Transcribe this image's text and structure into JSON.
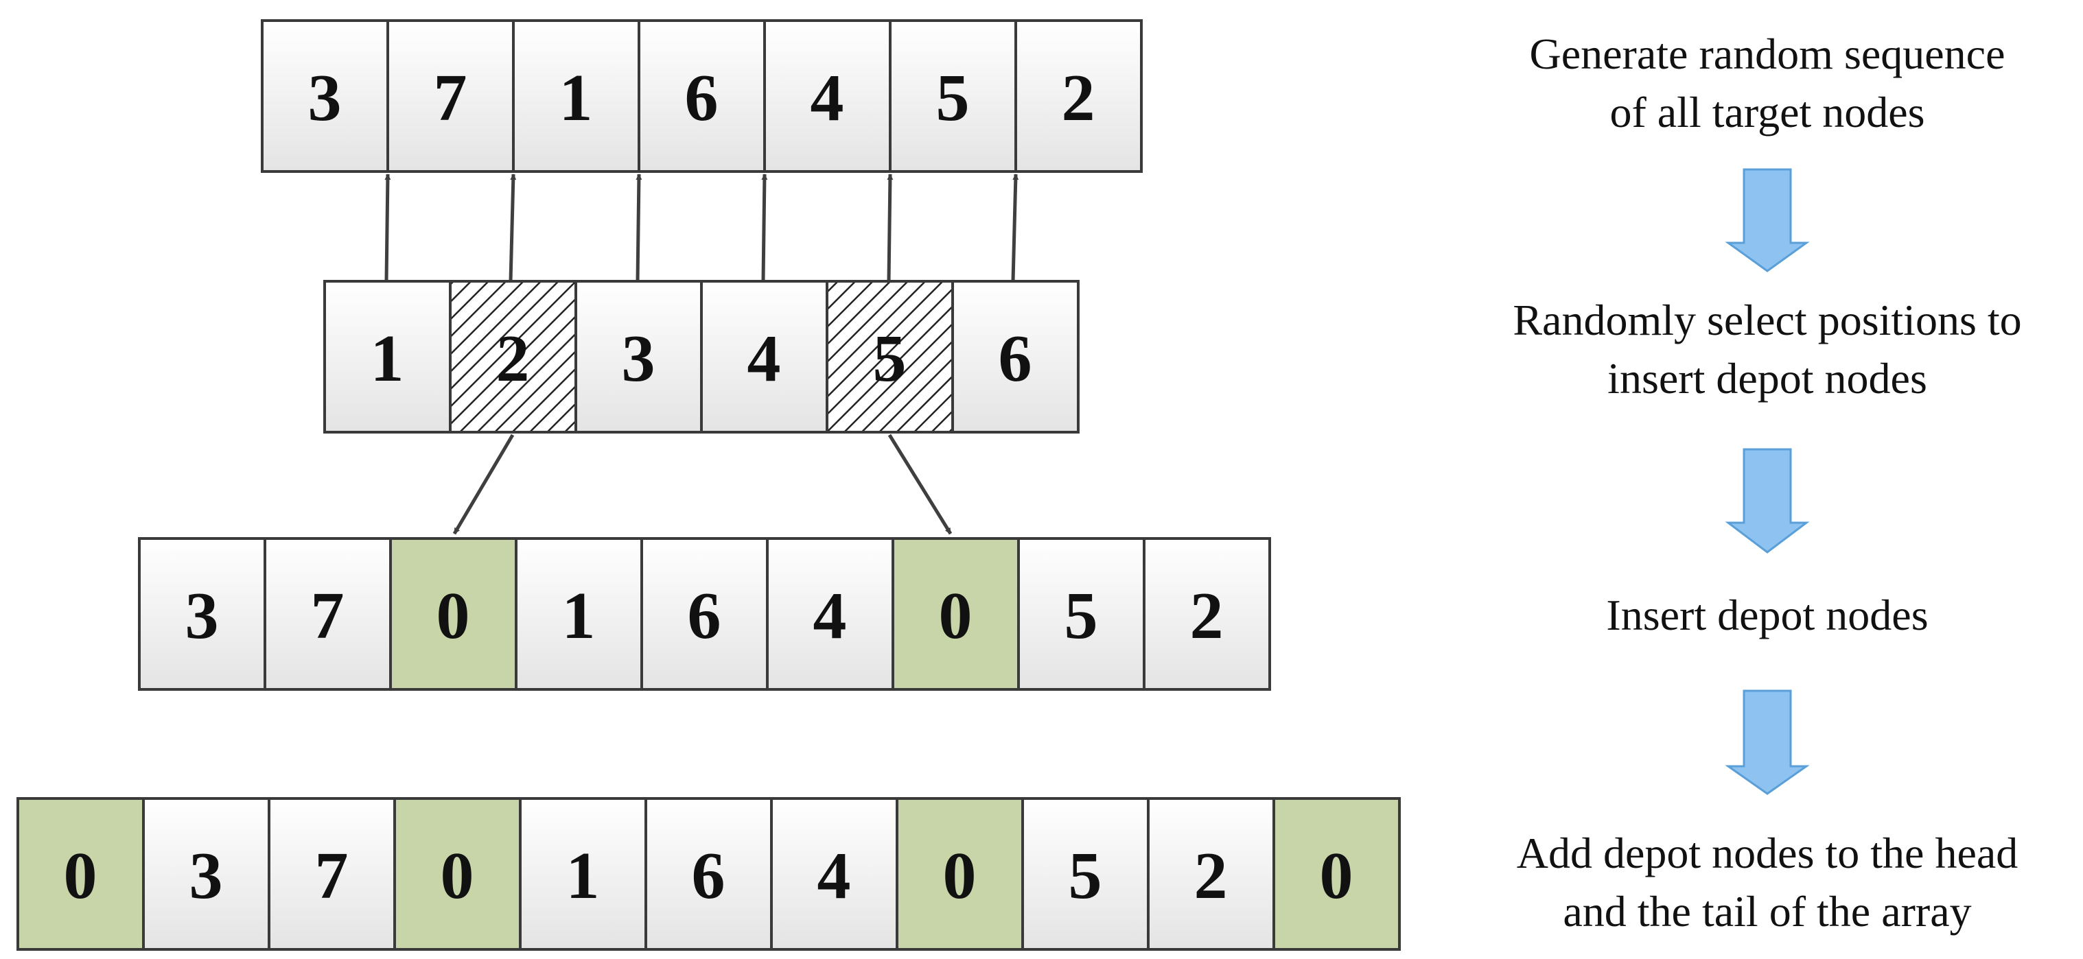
{
  "arrays": [
    {
      "id": "random-sequence",
      "cells": [
        "3",
        "7",
        "1",
        "6",
        "4",
        "5",
        "2"
      ],
      "depot": []
    },
    {
      "id": "insert-positions",
      "cells": [
        "1",
        "2",
        "3",
        "4",
        "5",
        "6"
      ],
      "selected": [
        1,
        4
      ]
    },
    {
      "id": "with-depots",
      "cells": [
        "3",
        "7",
        "0",
        "1",
        "6",
        "4",
        "0",
        "5",
        "2"
      ],
      "depot": [
        2,
        6
      ]
    },
    {
      "id": "final-array",
      "cells": [
        "0",
        "3",
        "7",
        "0",
        "1",
        "6",
        "4",
        "0",
        "5",
        "2",
        "0"
      ],
      "depot": [
        0,
        3,
        7,
        10
      ]
    }
  ],
  "steps": [
    [
      "Generate random sequence",
      "of all target nodes"
    ],
    [
      "Randomly select positions to",
      "insert depot nodes"
    ],
    [
      "Insert depot nodes"
    ],
    [
      "Add depot nodes to the head",
      "and the tail of the array"
    ]
  ],
  "colors": {
    "depot_fill": "#c8d5a8",
    "cell_fill_top": "#ffffff",
    "cell_fill_bottom": "#e6e6e6",
    "border": "#3a3a3a",
    "connector": "#3f3f3f",
    "flow_arrow": "#8ec2f0",
    "flow_arrow_border": "#5a9fd8"
  }
}
